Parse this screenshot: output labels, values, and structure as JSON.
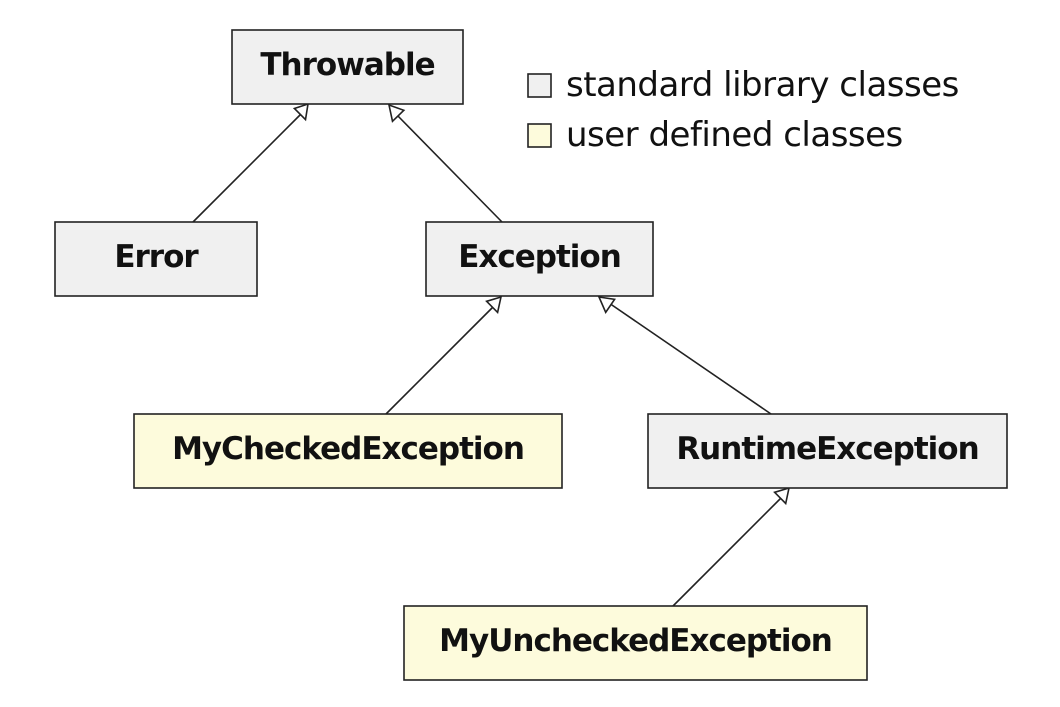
{
  "colors": {
    "standard": "#f0f0f0",
    "user": "#fdfbdc",
    "line": "#222222",
    "text": "#111111"
  },
  "legend": {
    "standard_label": "standard library classes",
    "user_label": "user defined classes"
  },
  "nodes": {
    "throwable": {
      "label": "Throwable",
      "kind": "standard"
    },
    "error": {
      "label": "Error",
      "kind": "standard"
    },
    "exception": {
      "label": "Exception",
      "kind": "standard"
    },
    "my_checked_exception": {
      "label": "MyCheckedException",
      "kind": "user"
    },
    "runtime_exception": {
      "label": "RuntimeException",
      "kind": "standard"
    },
    "my_unchecked_exception": {
      "label": "MyUncheckedException",
      "kind": "user"
    }
  },
  "edges": [
    {
      "from": "error",
      "to": "throwable"
    },
    {
      "from": "exception",
      "to": "throwable"
    },
    {
      "from": "my_checked_exception",
      "to": "exception"
    },
    {
      "from": "runtime_exception",
      "to": "exception"
    },
    {
      "from": "my_unchecked_exception",
      "to": "runtime_exception"
    }
  ]
}
